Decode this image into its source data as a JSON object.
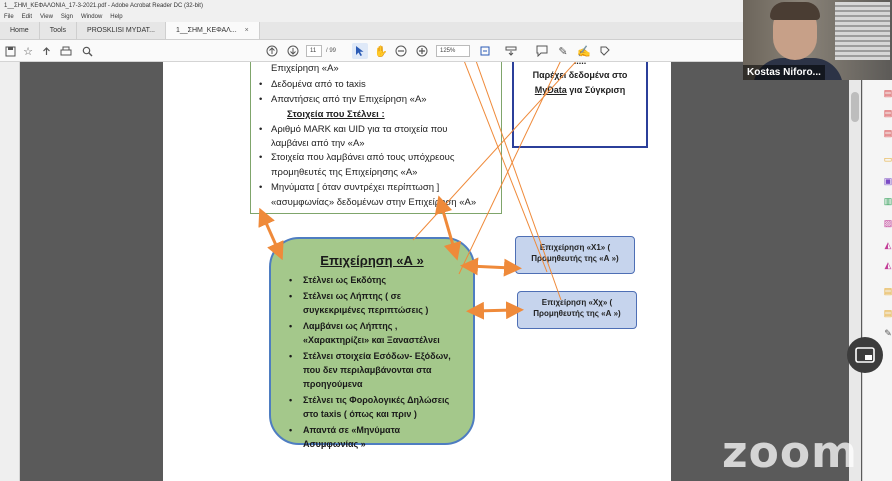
{
  "window": {
    "title": "1__ΣΗΜ_ΚΕΦΑΛΟΝΙΑ_17-3-2021.pdf - Adobe Acrobat Reader DC (32-bit)",
    "menu": [
      "File",
      "Edit",
      "View",
      "Sign",
      "Window",
      "Help"
    ]
  },
  "tabs": [
    {
      "label": "Home"
    },
    {
      "label": "Tools"
    },
    {
      "label": "PROSKLISI MYDAT..."
    },
    {
      "label": "1__ΣΗΜ_ΚΕΦΑΛ..."
    }
  ],
  "tab_close_glyph": "×",
  "toolbar": {
    "page_current": "11",
    "page_total": "/ 99",
    "zoom": "125%"
  },
  "icons": {
    "save": "save-icon",
    "bookmark": "star-icon",
    "upload": "upload-icon",
    "print": "print-icon",
    "search": "search-icon",
    "prev_page": "up-arrow-icon",
    "next_page": "down-arrow-icon",
    "select": "cursor-icon",
    "hand": "hand-icon",
    "zoom_out": "minus-icon",
    "zoom_in": "plus-icon",
    "comment": "comment-icon",
    "highlight": "pen-icon",
    "sign": "sign-icon",
    "share_screen": "share-screen-icon"
  },
  "document": {
    "topbox": {
      "lines": [
        {
          "text": "Επιχείρηση «Α»",
          "bullet": false
        },
        {
          "text": "Δεδομένα από το taxis",
          "bullet": true
        },
        {
          "text": "Απαντήσεις από την Επιχείρηση «Α»",
          "bullet": true
        },
        {
          "text": "Στοιχεία που Στέλνει :",
          "bullet": false,
          "heading": true
        },
        {
          "text": "Αριθμό MARK  και UID για τα στοιχεία που",
          "bullet": true
        },
        {
          "text": "λαμβάνει από την «Α»",
          "bullet": false
        },
        {
          "text": "Στοιχεία που λαμβάνει από τους υπόχρεους",
          "bullet": true
        },
        {
          "text": "προμηθευτές της   Επιχείρησης «Α»",
          "bullet": false
        },
        {
          "text": "Μηνύματα [ όταν συντρέχει περίπτωση ]",
          "bullet": true
        },
        {
          "text": "«ασυμφωνίας» δεδομένων  στην Επιχείρηση «Α»",
          "bullet": false
        }
      ]
    },
    "rightbox": {
      "dots": ".....",
      "line1": "Παρέχει δεδομένα  στο",
      "line2_a": "MyData",
      "line2_b": " για  Σύγκριση"
    },
    "greenbox": {
      "title": "Επιχείρηση «Α »",
      "lines": [
        {
          "text": "Στέλνει ως Εκδότης",
          "bullet": true
        },
        {
          "text": "Στέλνει ως Λήπτης ( σε",
          "bullet": true
        },
        {
          "text": "συγκεκριμένες περιπτώσεις )",
          "bullet": false
        },
        {
          "text": "Λαμβάνει ως Λήπτης ,",
          "bullet": true
        },
        {
          "text": "«Χαρακτηρίζει» και Ξαναστέλνει",
          "bullet": false
        },
        {
          "text": "Στέλνει στοιχεία Εσόδων- Εξόδων,",
          "bullet": true
        },
        {
          "text": "που δεν περιλαμβάνονται στα",
          "bullet": false
        },
        {
          "text": "προηγούμενα",
          "bullet": false
        },
        {
          "text": "Στέλνει τις Φορολογικές Δηλώσεις",
          "bullet": true
        },
        {
          "text": "στο taxis ( όπως και πριν )",
          "bullet": false
        },
        {
          "text": "Απαντά σε «Μηνύματα",
          "bullet": true
        },
        {
          "text": "Ασυμφωνίας »",
          "bullet": false
        }
      ]
    },
    "suppliers": [
      {
        "line1": "Επιχείρηση «Χ1» (",
        "line2": "Προμηθευτής της «Α »)"
      },
      {
        "line1": "Επιχείρηση «Χχ» (",
        "line2": "Προμηθευτής της «Α »)"
      }
    ],
    "colors": {
      "arrow": "#ef8a3a",
      "green_fill": "#a4c88b",
      "blue_border": "#2b3f9a",
      "supplier_fill": "#c6d4ed"
    }
  },
  "zoom": {
    "participant_name": "Kostas Niforo...",
    "logo": "zoom"
  }
}
